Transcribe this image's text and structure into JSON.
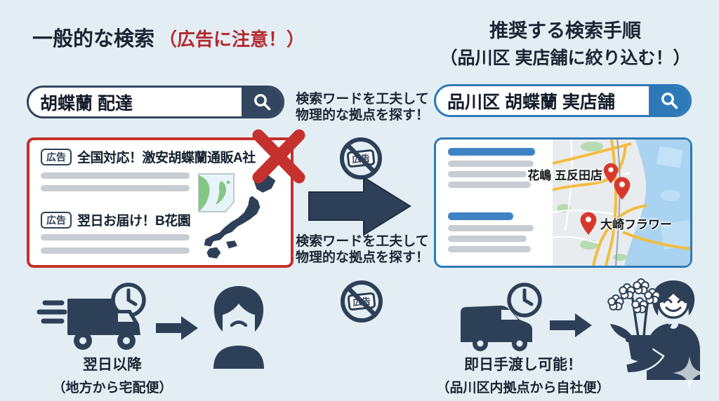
{
  "colors": {
    "background": "#e3eef4",
    "navy": "#2e4058",
    "red": "#c5312d",
    "title_red": "#b3282d",
    "blue": "#2d79b8",
    "skeleton_gray": "#c8cdd3",
    "skeleton_blue": "#3f83c5",
    "map_water": "#a9d3f0",
    "map_road_yellow": "#f3bd3f",
    "pin_red": "#d7382c"
  },
  "left": {
    "title": "一般的な検索",
    "title_warning": "（広告に注意！）",
    "search_query": "胡蝶蘭 配達",
    "ads": [
      {
        "badge": "広告",
        "title": "全国対応！激安胡蝶蘭通販A社"
      },
      {
        "badge": "広告",
        "title": "翌日お届け！B花園"
      }
    ],
    "delivery_line1": "翌日以降",
    "delivery_line2": "（地方から宅配便）"
  },
  "middle": {
    "hint_top_line1": "検索ワードを工夫して",
    "hint_top_line2": "物理的な拠点を探す！",
    "hint_bottom_line1": "検索ワードを工夫して",
    "hint_bottom_line2": "物理的な拠点を探す！",
    "no_ads_top_label": "広告",
    "no_ads_bottom_label": "広告"
  },
  "right": {
    "title_line1": "推奨する検索手順",
    "title_line2": "（品川区 実店舗に絞り込む！）",
    "search_query": "品川区 胡蝶蘭 実店舗",
    "map_label_1": "花嶋 五反田店",
    "map_label_2": "大崎フラワー",
    "delivery_line1": "即日手渡し可能！",
    "delivery_line2": "（品川区内拠点から自社便）"
  }
}
